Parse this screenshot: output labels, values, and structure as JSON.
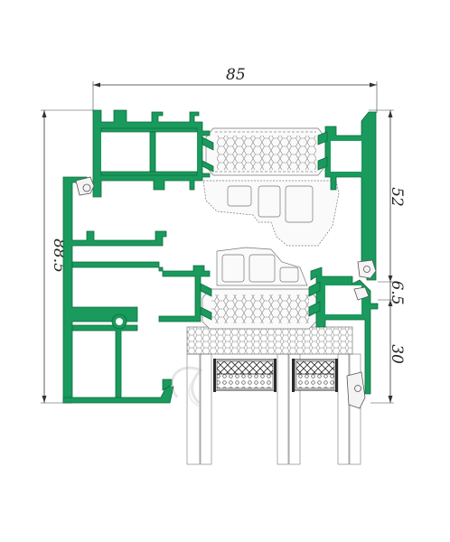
{
  "dimensions": {
    "width_top": "85",
    "height_left": "88.5",
    "right_upper": "52",
    "right_middle": "6.5",
    "right_lower": "30"
  },
  "colors": {
    "aluminium": "#1a9a5c",
    "aluminium_outline": "#0c6e3f",
    "dimension_line": "#333333"
  }
}
